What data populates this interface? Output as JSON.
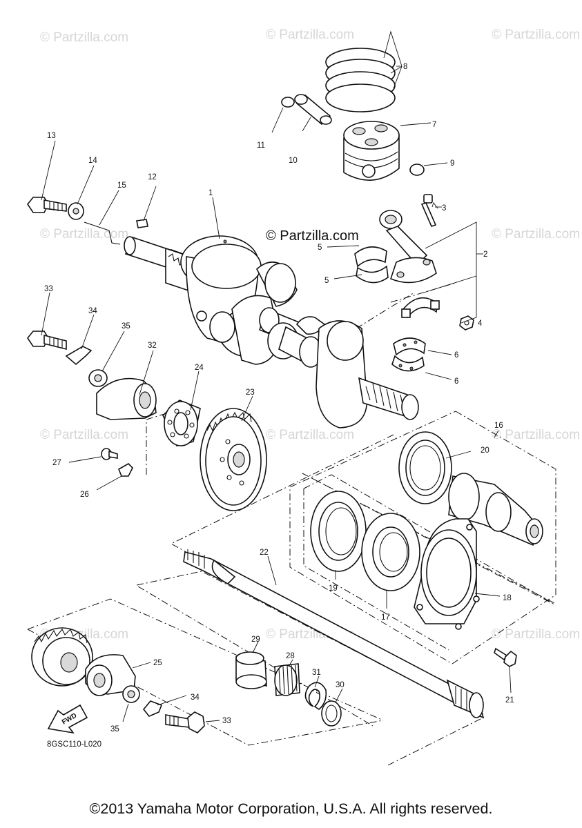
{
  "watermark": "© Partzilla.com",
  "center_watermark": "© Partzilla.com",
  "diagram_code": "8GSC110-L020",
  "fwd_label": "FWD",
  "copyright": "©2013 Yamaha Motor Corporation, U.S.A. All rights reserved.",
  "callouts": {
    "c1": "1",
    "c2": "2",
    "c3": "3",
    "c4": "4",
    "c5a": "5",
    "c5b": "5",
    "c6a": "6",
    "c6b": "6",
    "c7": "7",
    "c8": "8",
    "c9": "9",
    "c10": "10",
    "c11": "11",
    "c12": "12",
    "c13": "13",
    "c14": "14",
    "c15": "15",
    "c16": "16",
    "c17": "17",
    "c18": "18",
    "c19": "19",
    "c20": "20",
    "c21": "21",
    "c22": "22",
    "c23": "23",
    "c24": "24",
    "c25": "25",
    "c26": "26",
    "c27": "27",
    "c28": "28",
    "c29": "29",
    "c30": "30",
    "c31": "31",
    "c32": "32",
    "c33a": "33",
    "c33b": "33",
    "c34a": "34",
    "c34b": "34",
    "c35a": "35",
    "c35b": "35"
  }
}
